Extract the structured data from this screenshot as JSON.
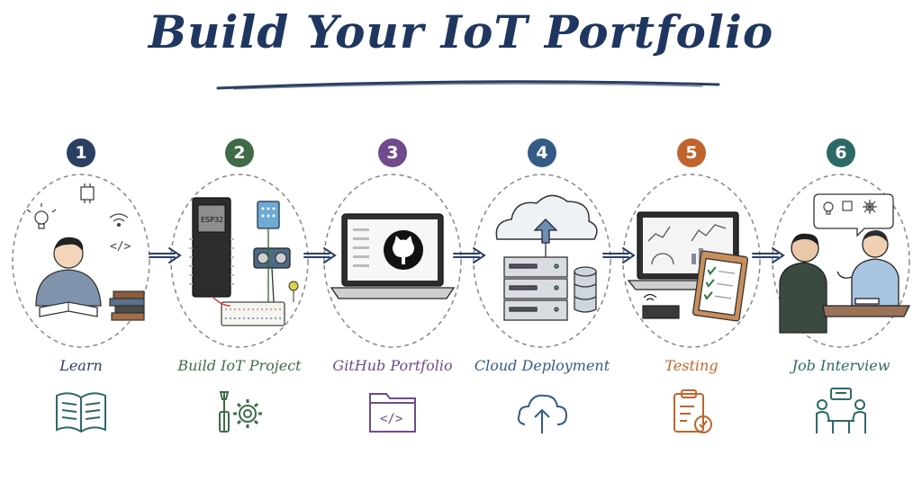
{
  "title": "Build Your IoT Portfolio",
  "colors": {
    "navy": "#2b3f63",
    "green": "#3f6b48",
    "purple": "#6f4a8c",
    "blue": "#345b86",
    "orange": "#c0642d",
    "teal": "#2c6966",
    "line": "#8a8a8a"
  },
  "steps": [
    {
      "number": "1",
      "label": "Learn",
      "icon": "open-book-icon"
    },
    {
      "number": "2",
      "label": "Build IoT Project",
      "icon": "tools-gear-icon"
    },
    {
      "number": "3",
      "label": "GitHub Portfolio",
      "icon": "code-folder-icon"
    },
    {
      "number": "4",
      "label": "Cloud Deployment",
      "icon": "cloud-upload-icon"
    },
    {
      "number": "5",
      "label": "Testing",
      "icon": "clipboard-check-icon"
    },
    {
      "number": "6",
      "label": "Job Interview",
      "icon": "interview-meeting-icon"
    }
  ],
  "illustrations": {
    "esp_board_text": "ESP32"
  }
}
